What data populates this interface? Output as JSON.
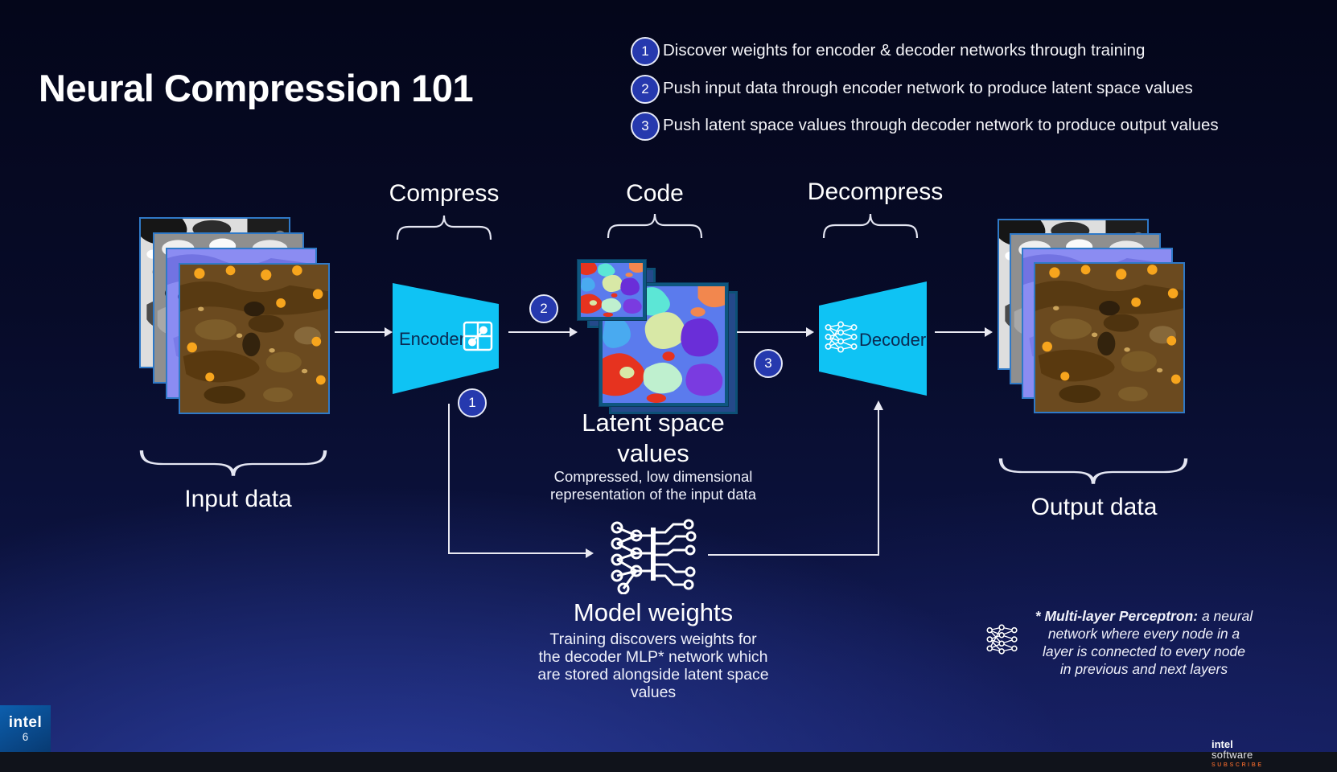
{
  "slide": {
    "title": "Neural Compression 101",
    "slide_number": "6",
    "steps": [
      {
        "num": "1",
        "text": "Discover weights for encoder & decoder networks through training"
      },
      {
        "num": "2",
        "text": "Push input data through encoder network to produce latent space values"
      },
      {
        "num": "3",
        "text": "Push latent space values through decoder network to produce output values"
      }
    ],
    "stage_labels": {
      "compress": "Compress",
      "code": "Code",
      "decompress": "Decompress"
    },
    "flow": {
      "input_label": "Input data",
      "output_label": "Output data",
      "encoder_label": "Encoder",
      "decoder_label": "Decoder",
      "encoder_badge": "1",
      "latent_badge": "2",
      "decoder_badge": "3"
    },
    "latent": {
      "title_line1": "Latent space",
      "title_line2": "values",
      "desc_line1": "Compressed, low dimensional",
      "desc_line2": "representation of the input data"
    },
    "model_weights": {
      "title": "Model weights",
      "desc_line1": "Training discovers weights for",
      "desc_line2": "the decoder MLP* network which",
      "desc_line3": "are stored alongside latent space",
      "desc_line4": "values"
    },
    "footnote": {
      "term": "* Multi-layer Perceptron:",
      "rest_line1": " a neural",
      "line2": "network where every node in a",
      "line3": "layer is connected to every node",
      "line4": "in previous and next layers"
    },
    "branding": {
      "logo_text": "intel",
      "watermark_line1": "intel",
      "watermark_line2": "software",
      "watermark_line3": "SUBSCRIBE"
    },
    "icons": {
      "encoder_icon": "compress-grid-icon",
      "decoder_icon": "neural-network-icon",
      "model_weights_icon": "neural-circuit-icon",
      "footnote_icon": "neural-network-icon"
    },
    "colors": {
      "accent_cyan": "#0fc3f4",
      "badge_blue": "#2639ae",
      "background_top": "#04061a",
      "background_bottom": "#121b55",
      "subscribe_orange": "#cd5c2a",
      "latent_border": "#0e567f",
      "stack_border": "#2f79c7"
    }
  }
}
